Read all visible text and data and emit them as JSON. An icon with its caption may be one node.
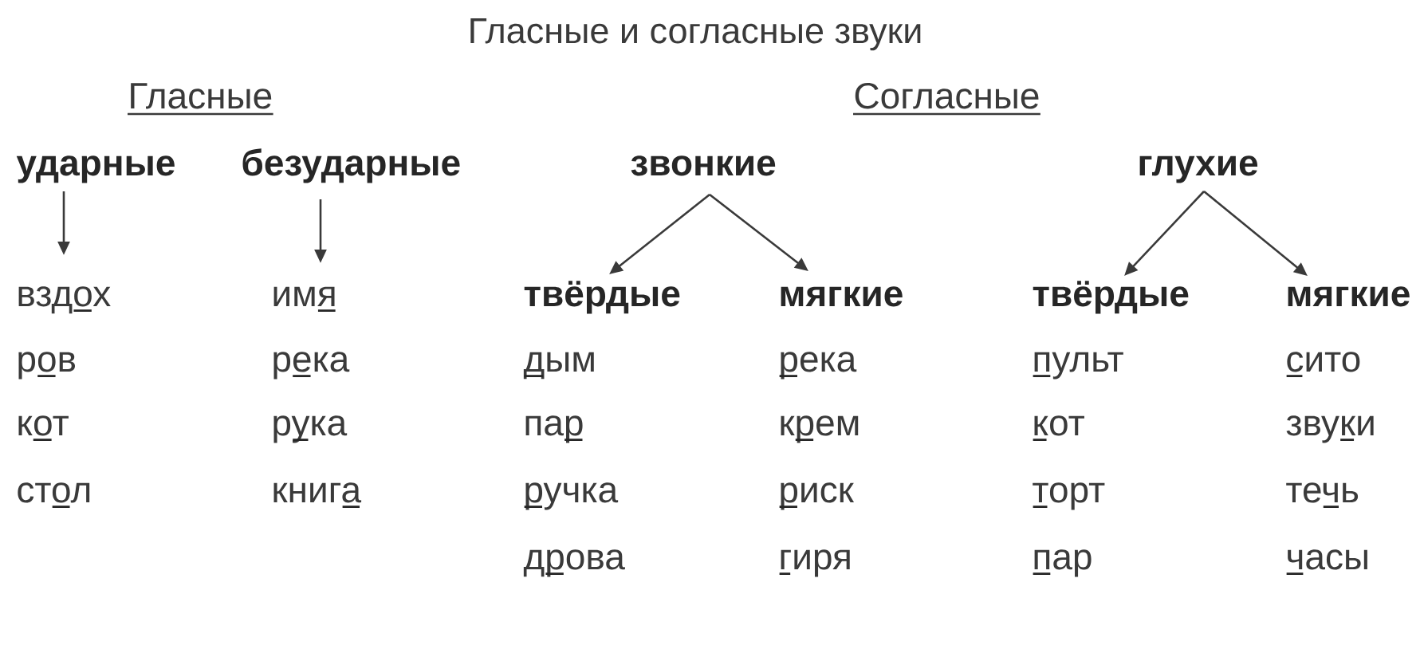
{
  "diagram": {
    "title": "Гласные и согласные звуки",
    "nodes": [
      {
        "text": [
          "ударные"
        ]
      },
      {
        "text": [
          "безударные"
        ]
      },
      {
        "text": [
          "звонкие"
        ]
      },
      {
        "text": [
          "глухие"
        ]
      },
      {
        "text": [
          "твёрдые"
        ]
      },
      {
        "text": [
          "мягкие"
        ]
      },
      {
        "text": [
          "твёрдые"
        ]
      },
      {
        "text": [
          "мягкие"
        ]
      }
    ],
    "edges": [
      {
        "from": 0,
        "to": null,
        "arrow": "to"
      },
      {
        "from": 1,
        "to": null,
        "arrow": "to"
      },
      {
        "from": 2,
        "to": 4,
        "arrow": "to"
      },
      {
        "from": 2,
        "to": 5,
        "arrow": "to"
      },
      {
        "from": 3,
        "to": 6,
        "arrow": "to"
      },
      {
        "from": 3,
        "to": 7,
        "arrow": "to"
      }
    ],
    "labels": [
      "Гласные",
      "Согласные",
      "вздох",
      "имя",
      "ров",
      "река",
      "дым",
      "река",
      "пульт",
      "сито",
      "кот",
      "рука",
      "пар",
      "крем",
      "кот",
      "звуки",
      "стол",
      "книга",
      "ручка",
      "риск",
      "торт",
      "течь",
      "дрова",
      "гиря",
      "пар",
      "часы"
    ]
  }
}
